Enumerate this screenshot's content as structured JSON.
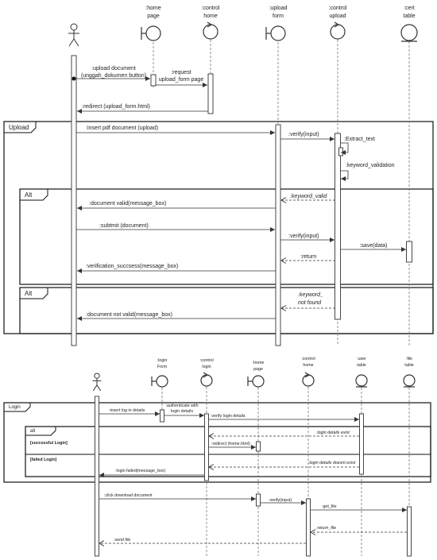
{
  "top": {
    "participants": [
      {
        "id": "actor",
        "kind": "actor",
        "lines": []
      },
      {
        "id": "home_page",
        "kind": "boundary",
        "lines": [
          ":home",
          "page"
        ]
      },
      {
        "id": "control_home",
        "kind": "control",
        "lines": [
          ":control",
          "home"
        ]
      },
      {
        "id": "upload_form",
        "kind": "boundary",
        "lines": [
          ":upload",
          "form"
        ]
      },
      {
        "id": "control_upload",
        "kind": "control",
        "lines": [
          ":control",
          "upload"
        ]
      },
      {
        "id": "cert_table",
        "kind": "entity",
        "lines": [
          ":cert",
          "table"
        ]
      }
    ],
    "messages": [
      {
        "id": "m1",
        "lines": [
          ":upload document",
          "(unggah_dokumen button)"
        ]
      },
      {
        "id": "m2",
        "lines": [
          ":request",
          "upload_form page"
        ]
      },
      {
        "id": "m3",
        "lines": [
          ":redirect (upload_form.html)"
        ]
      },
      {
        "id": "m4",
        "lines": [
          ":insert pdf document (upload)"
        ]
      },
      {
        "id": "m5",
        "lines": [
          ":verify(input)"
        ]
      },
      {
        "id": "m6",
        "lines": [
          ":Extract_text"
        ]
      },
      {
        "id": "m7",
        "lines": [
          ":keyword_validation"
        ]
      },
      {
        "id": "m8",
        "lines": [
          ":keyword_valid"
        ]
      },
      {
        "id": "m9",
        "lines": [
          ":document valid(message_box)"
        ]
      },
      {
        "id": "m10",
        "lines": [
          ":subtmit (document)"
        ]
      },
      {
        "id": "m11",
        "lines": [
          ":verify(input)"
        ]
      },
      {
        "id": "m12",
        "lines": [
          ":save(data)"
        ]
      },
      {
        "id": "m13",
        "lines": [
          ":return"
        ]
      },
      {
        "id": "m14",
        "lines": [
          ":verification_succsess(message_box)"
        ]
      },
      {
        "id": "m15",
        "lines": [
          ":keyword_",
          "not found"
        ]
      },
      {
        "id": "m16",
        "lines": [
          ":document not valid(message_box)"
        ]
      }
    ],
    "frames": [
      {
        "id": "f_upload",
        "label": "Upload"
      },
      {
        "id": "f_alt1",
        "label": "Alt"
      },
      {
        "id": "f_alt2",
        "label": "Alt"
      }
    ]
  },
  "bottom": {
    "participants": [
      {
        "id": "actor2",
        "kind": "actor",
        "lines": []
      },
      {
        "id": "login_form",
        "kind": "boundary",
        "lines": [
          ":login",
          "Form"
        ]
      },
      {
        "id": "control_login",
        "kind": "control",
        "lines": [
          ":control",
          "login"
        ]
      },
      {
        "id": "home_page2",
        "kind": "boundary",
        "lines": [
          ":home",
          "page"
        ]
      },
      {
        "id": "control_home2",
        "kind": "control",
        "lines": [
          ":control",
          "home"
        ]
      },
      {
        "id": "user_table",
        "kind": "entity",
        "lines": [
          ":user",
          "table"
        ]
      },
      {
        "id": "file_table",
        "kind": "entity",
        "lines": [
          ":file",
          "table"
        ]
      }
    ],
    "messages": [
      {
        "id": "b1",
        "lines": [
          ":insert log in details"
        ]
      },
      {
        "id": "b2",
        "lines": [
          ":authenticate with",
          "login details"
        ]
      },
      {
        "id": "b3",
        "lines": [
          ":verify login details"
        ]
      },
      {
        "id": "b4",
        "lines": [
          ":login details exist"
        ]
      },
      {
        "id": "b5",
        "lines": [
          ":redirect (home.html)"
        ]
      },
      {
        "id": "b6",
        "lines": [
          ":login details doesnt exist"
        ]
      },
      {
        "id": "b7",
        "lines": [
          ":login failed(message_box)"
        ]
      },
      {
        "id": "b8",
        "lines": [
          ":click download document"
        ]
      },
      {
        "id": "b9",
        "lines": [
          ":verify(input)"
        ]
      },
      {
        "id": "b10",
        "lines": [
          ":get_file"
        ]
      },
      {
        "id": "b11",
        "lines": [
          ":return_file"
        ]
      },
      {
        "id": "b12",
        "lines": [
          ":send file"
        ]
      }
    ],
    "frames": [
      {
        "id": "f_login",
        "label": "Login"
      },
      {
        "id": "f_alt3",
        "label": "alt"
      }
    ],
    "guards": [
      {
        "id": "g1",
        "text": "[successful Login]"
      },
      {
        "id": "g2",
        "text": "[failed Login]"
      }
    ]
  }
}
